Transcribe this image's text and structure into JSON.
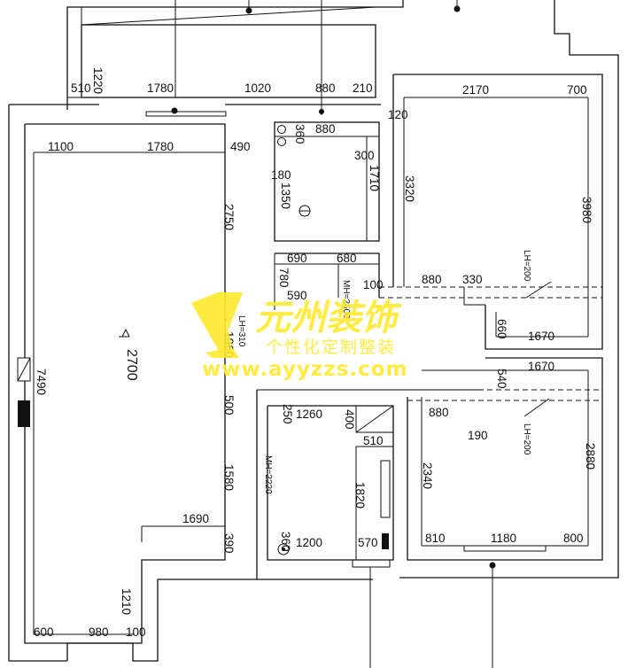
{
  "plan": {
    "dimensions": {
      "top_balcony_depth": "1220",
      "top_row_a": "510",
      "top_row_b": "1780",
      "top_row_c": "1020",
      "top_row_d": "880",
      "top_row_e": "210",
      "right_top_a": "2170",
      "right_top_b": "700",
      "left_top_a": "1100",
      "left_top_b": "1780",
      "left_top_c": "490",
      "bath_top": "880",
      "bath_left": "360",
      "bath_a": "180",
      "bath_b": "1350",
      "bath_c": "300",
      "bath_d": "1710",
      "hall_a": "690",
      "hall_b": "680",
      "hall_c": "780",
      "hall_d": "590",
      "hall_e": "100",
      "wall_120": "120",
      "bed1_height": "3320",
      "bed1_right": "3980",
      "bed1_a": "880",
      "bed1_b": "330",
      "bed1_c": "660",
      "bed1_d": "1670",
      "bed2_a": "1670",
      "bed2_b": "540",
      "bed2_c": "880",
      "bed2_d": "190",
      "bed2_e": "2340",
      "bed2_f": "2880",
      "bed2_bottom_a": "810",
      "bed2_bottom_b": "1180",
      "bed2_bottom_c": "800",
      "living_height": "7490",
      "living_mid": "2750",
      "living_b": "1060",
      "living_c": "500",
      "living_d": "1580",
      "living_e": "390",
      "living_f": "1690",
      "living_g": "1210",
      "living_bottom_a": "600",
      "living_bottom_b": "980",
      "living_bottom_c": "100",
      "kitchen_a": "250",
      "kitchen_b": "1260",
      "kitchen_c": "400",
      "kitchen_d": "510",
      "kitchen_e": "1820",
      "kitchen_f": "360",
      "kitchen_g": "1200",
      "kitchen_h": "570",
      "ceiling_height": "2700"
    },
    "notes": {
      "lh_bed1": "LH=200",
      "lh_bed2": "LH=200",
      "lh_living": "LH=310",
      "mh_hall": "MH=2500",
      "mh_kitchen": "MH=2220"
    }
  },
  "watermark": {
    "brand": "元州装饰",
    "tagline": "个性化定制整装",
    "url": "www.ayyzzs.com",
    "color": "#ffe92e"
  }
}
